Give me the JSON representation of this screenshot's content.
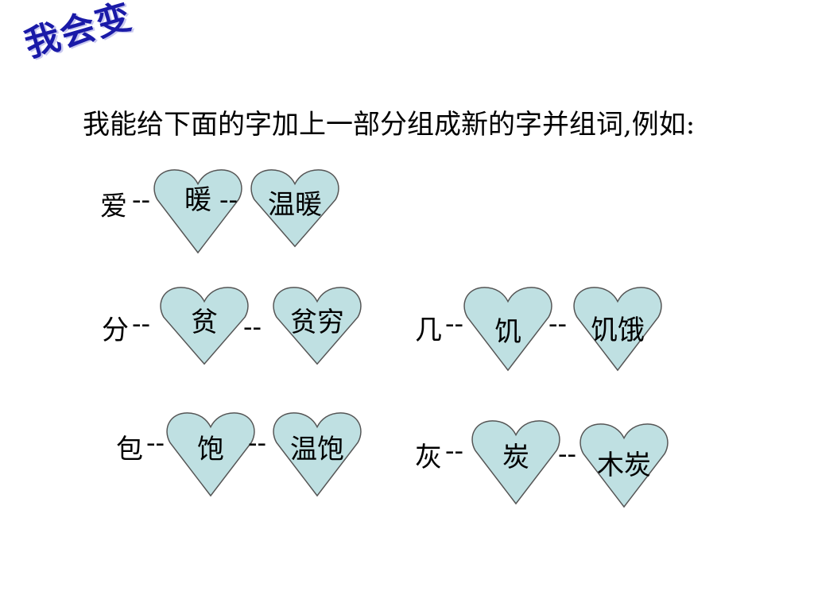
{
  "title": "我会变",
  "instruction": "我能给下面的字加上一部分组成新的字并组词,例如:",
  "heart_fill": "#bfe0e2",
  "heart_stroke": "#555555",
  "title_color": "#1a1aa8",
  "items": [
    {
      "base": "爱",
      "dash1": "--",
      "char": "暖",
      "dash2": "--",
      "word": "温暖"
    },
    {
      "base": "分",
      "dash1": "--",
      "char": "贫",
      "dash2": "--",
      "word": "贫穷"
    },
    {
      "base": "几",
      "dash1": "--",
      "char": "饥",
      "dash2": "--",
      "word": "饥饿"
    },
    {
      "base": "包",
      "dash1": "--",
      "char": "饱",
      "dash2": "--",
      "word": "温饱"
    },
    {
      "base": "灰",
      "dash1": "--",
      "char": "炭",
      "dash2": "--",
      "word": "木炭"
    }
  ]
}
